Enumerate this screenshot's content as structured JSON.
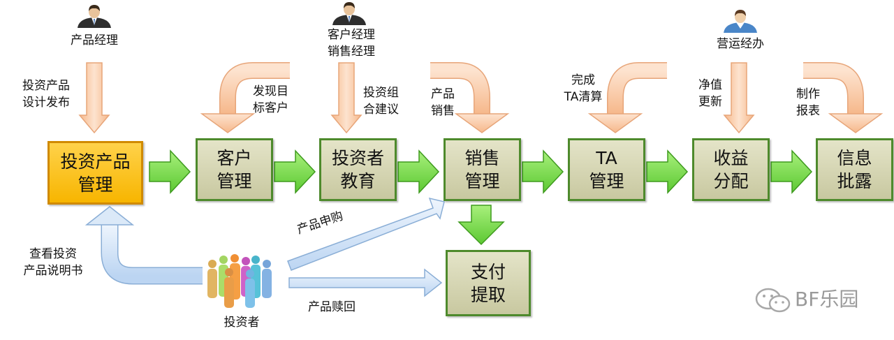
{
  "roles": {
    "product_manager": "产品经理",
    "customer_sales_manager": "客户经理\n销售经理",
    "operations": "营运经办"
  },
  "process_boxes": [
    {
      "id": "investment-product-mgmt",
      "label": "投资产品\n管理"
    },
    {
      "id": "customer-mgmt",
      "label": "客户\n管理"
    },
    {
      "id": "investor-education",
      "label": "投资者\n教育"
    },
    {
      "id": "sales-mgmt",
      "label": "销售\n管理"
    },
    {
      "id": "ta-mgmt",
      "label": "TA\n管理"
    },
    {
      "id": "income-distribution",
      "label": "收益\n分配"
    },
    {
      "id": "info-disclosure",
      "label": "信息\n批露"
    }
  ],
  "payment_box": "支付\n提取",
  "step_labels": {
    "product_design": "投资产品\n设计发布",
    "find_customer": "发现目\n标客户",
    "portfolio_advice": "投资组\n合建议",
    "product_sales": "产品\n销售",
    "ta_clearing": "完成\nTA清算",
    "nav_update": "净值\n更新",
    "report": "制作\n报表"
  },
  "investor_labels": {
    "view_prospectus": "查看投资\n产品说明书",
    "subscribe": "产品申购",
    "redeem": "产品赎回",
    "investor": "投资者"
  },
  "watermark": "BF乐园",
  "colors": {
    "box_border": "#4e8a2c",
    "box_fill": "#d6d6b4",
    "highlight_fill": "#f7b500",
    "green_arrow": "#7ee050",
    "peach_arrow": "#f9c9a4",
    "blue_arrow": "#cfe2f7"
  }
}
